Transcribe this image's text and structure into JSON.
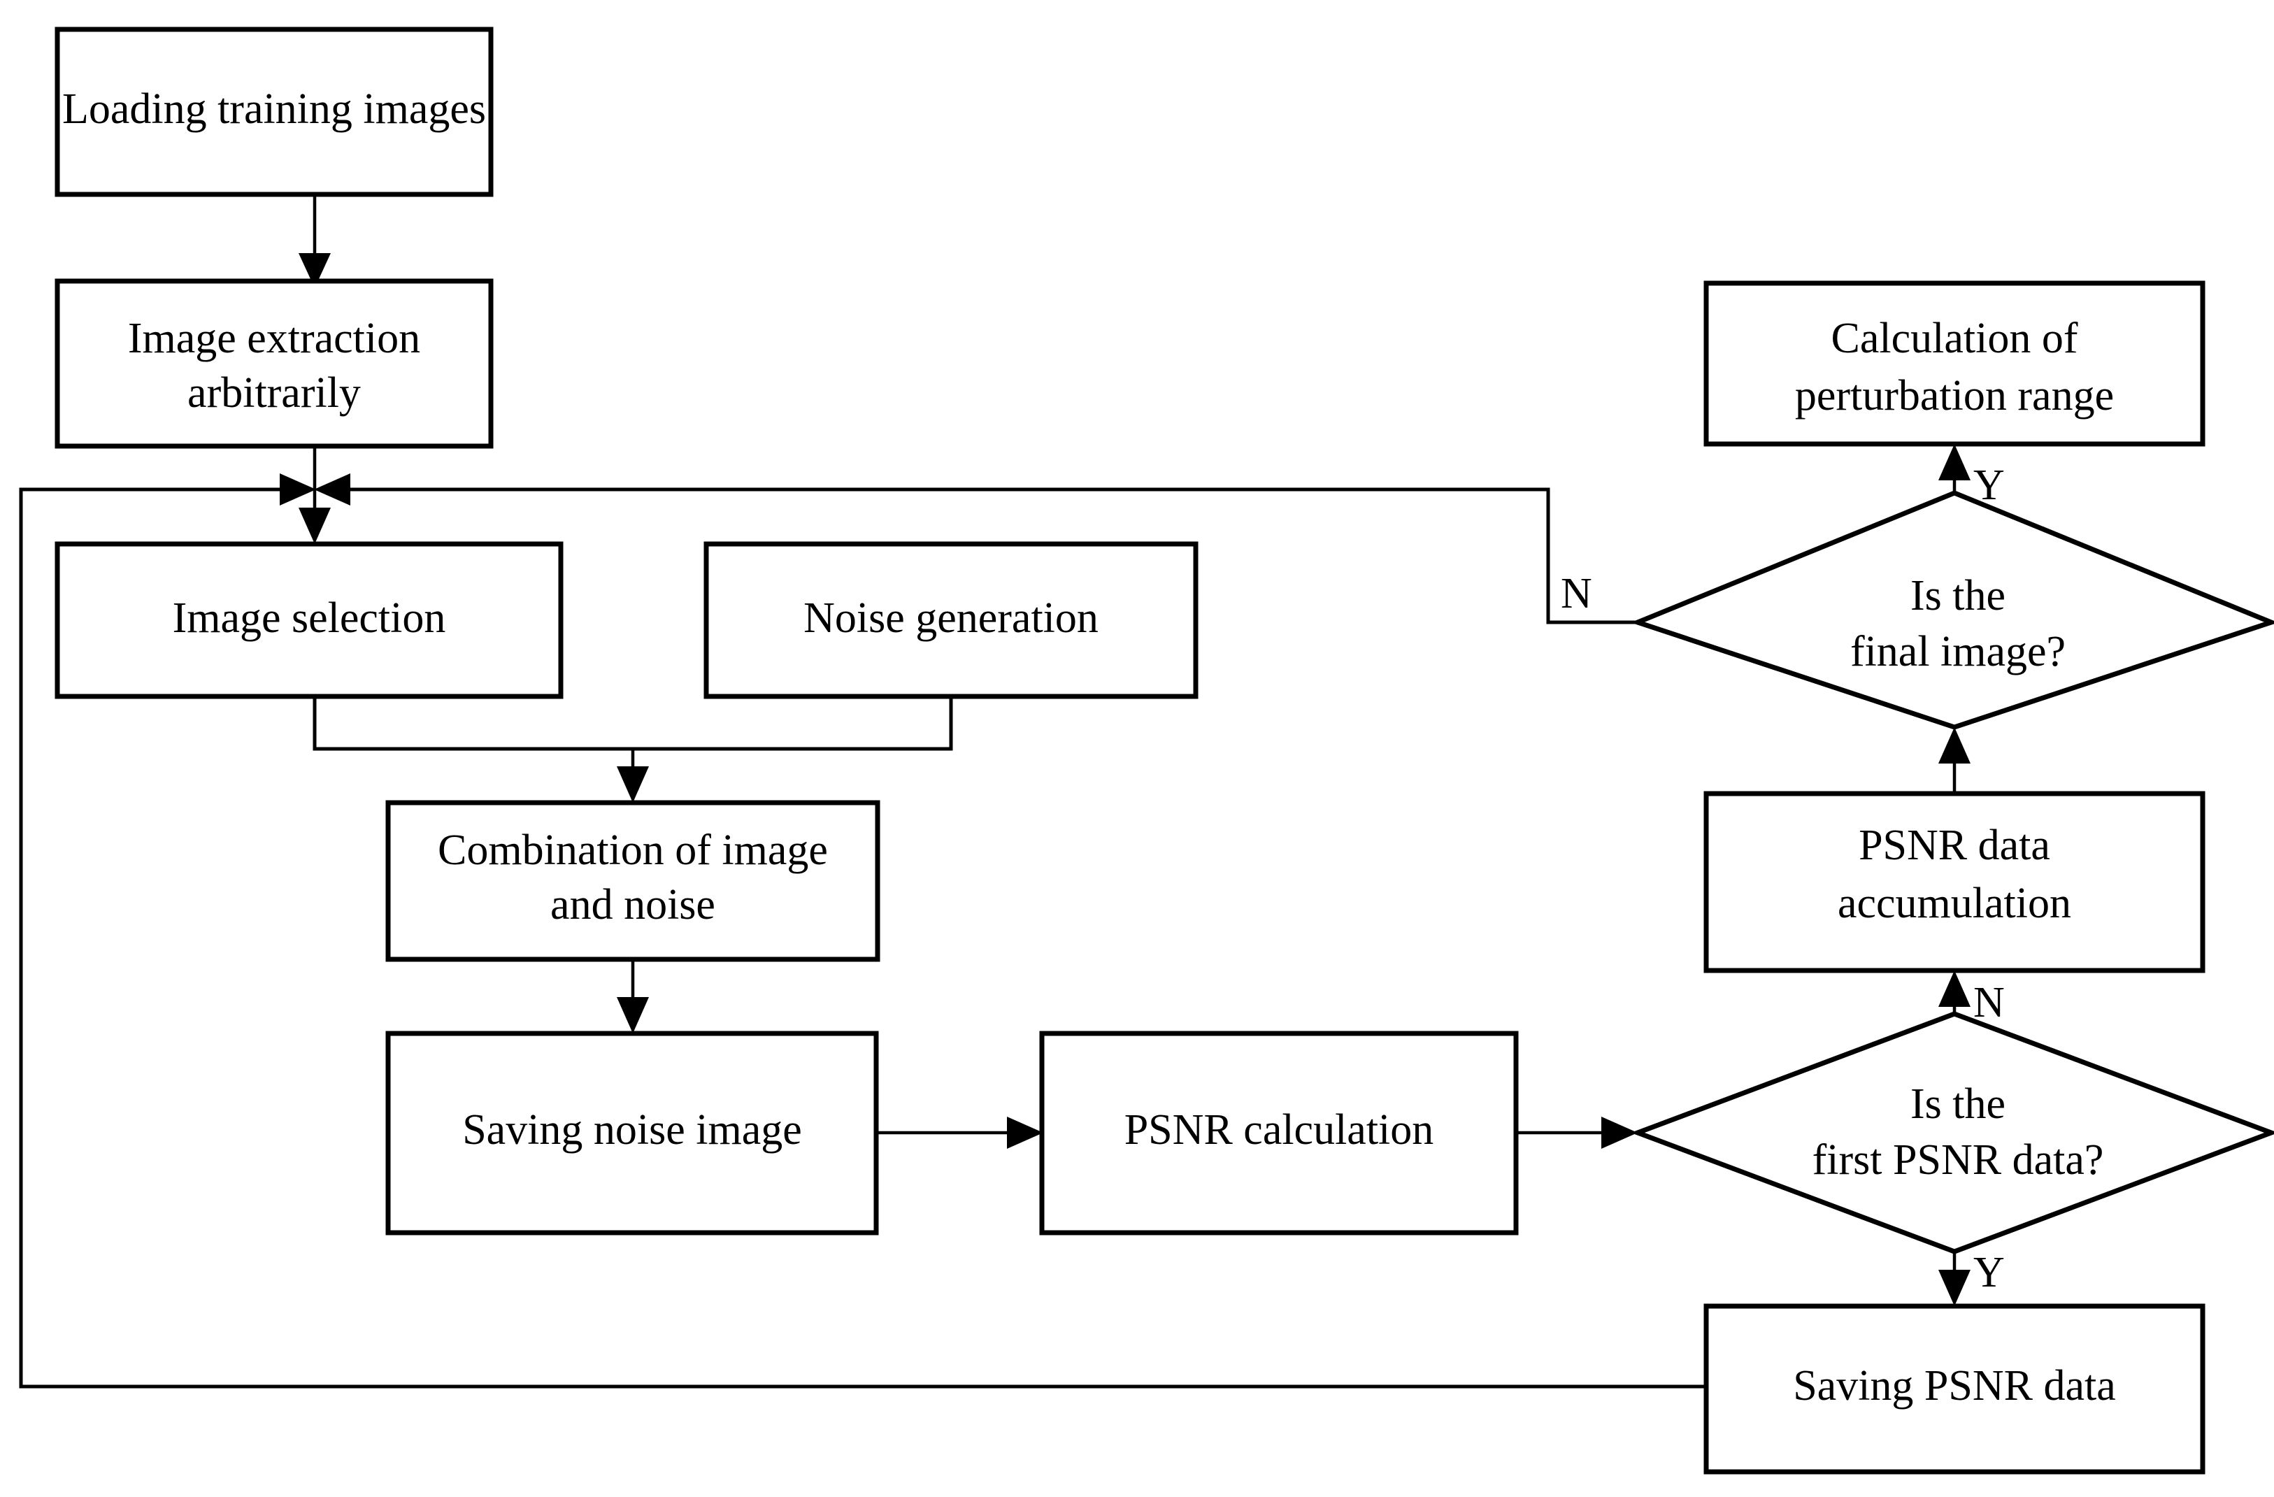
{
  "diagram": {
    "type": "flowchart",
    "title": "",
    "background_color": "#ffffff",
    "line_color": "#000000",
    "text_color": "#000000",
    "nodes": [
      {
        "id": "loading",
        "shape": "process",
        "label": "Loading training images"
      },
      {
        "id": "extraction",
        "shape": "process",
        "label_line1": "Image extraction",
        "label_line2": "arbitrarily"
      },
      {
        "id": "selection",
        "shape": "process",
        "label": "Image selection"
      },
      {
        "id": "noise",
        "shape": "process",
        "label": "Noise generation"
      },
      {
        "id": "combination",
        "shape": "process",
        "label_line1": "Combination of image",
        "label_line2": "and noise"
      },
      {
        "id": "saving_noise",
        "shape": "process",
        "label": "Saving noise image"
      },
      {
        "id": "psnr_calc",
        "shape": "process",
        "label": "PSNR calculation"
      },
      {
        "id": "first_psnr",
        "shape": "decision",
        "label_line1": "Is the",
        "label_line2": "first PSNR data?"
      },
      {
        "id": "saving_psnr",
        "shape": "process",
        "label": "Saving PSNR data"
      },
      {
        "id": "accumulation",
        "shape": "process",
        "label_line1": "PSNR data",
        "label_line2": "accumulation"
      },
      {
        "id": "final_image",
        "shape": "decision",
        "label_line1": "Is the",
        "label_line2": "final image?"
      },
      {
        "id": "perturbation",
        "shape": "process",
        "label_line1": "Calculation of",
        "label_line2": "perturbation range"
      }
    ],
    "edge_labels": {
      "first_psnr_no": "N",
      "first_psnr_yes": "Y",
      "final_image_no": "N",
      "final_image_yes": "Y"
    },
    "edges": [
      {
        "from": "loading",
        "to": "extraction",
        "label": ""
      },
      {
        "from": "extraction",
        "to": "selection",
        "label": ""
      },
      {
        "from": "selection",
        "to": "combination",
        "label": ""
      },
      {
        "from": "noise",
        "to": "combination",
        "label": ""
      },
      {
        "from": "combination",
        "to": "saving_noise",
        "label": ""
      },
      {
        "from": "saving_noise",
        "to": "psnr_calc",
        "label": ""
      },
      {
        "from": "psnr_calc",
        "to": "first_psnr",
        "label": ""
      },
      {
        "from": "first_psnr",
        "to": "saving_psnr",
        "label": "Y"
      },
      {
        "from": "first_psnr",
        "to": "accumulation",
        "label": "N"
      },
      {
        "from": "accumulation",
        "to": "final_image",
        "label": ""
      },
      {
        "from": "final_image",
        "to": "perturbation",
        "label": "Y"
      },
      {
        "from": "final_image",
        "to": "selection",
        "label": "N"
      },
      {
        "from": "saving_psnr",
        "to": "selection",
        "label": ""
      }
    ]
  }
}
